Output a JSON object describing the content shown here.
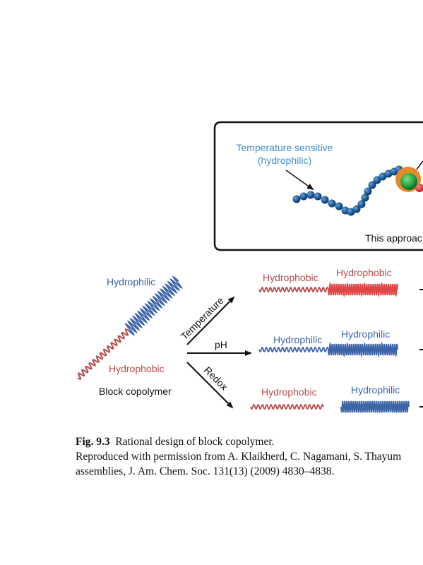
{
  "figure": {
    "inset": {
      "label_line1": "Temperature sensitive",
      "label_line2": "(hydrophilic)",
      "approach_text": "This approac"
    },
    "block_copolymer": {
      "hydrophilic_label": "Hydrophilic",
      "hydrophobic_label": "Hydrophobic",
      "name": "Block copolymer"
    },
    "stimuli": {
      "temperature": "Temperature",
      "ph": "pH",
      "redox": "Redox"
    },
    "outcomes": {
      "temperature": {
        "left_label": "Hydrophobic",
        "right_label": "Hydrophobic"
      },
      "ph": {
        "left_label": "Hydrophilic",
        "right_label": "Hydrophilic"
      },
      "redox": {
        "left_label": "Hydrophobic",
        "right_label": "Hydrophilic"
      }
    },
    "colors": {
      "hydrophilic": "#3e64a8",
      "hydrophobic": "#b84a4a",
      "temperature_sensitive": "#3f8fd0",
      "bead": "#1f5f9e"
    }
  },
  "caption": {
    "fig_number": "Fig. 9.3",
    "title": "Rational design of block copolymer.",
    "line2": "Reproduced with permission from A. Klaikherd, C. Nagamani, S. Thayum",
    "line3": "assemblies, J. Am. Chem. Soc. 131(13) (2009) 4830–4838."
  }
}
